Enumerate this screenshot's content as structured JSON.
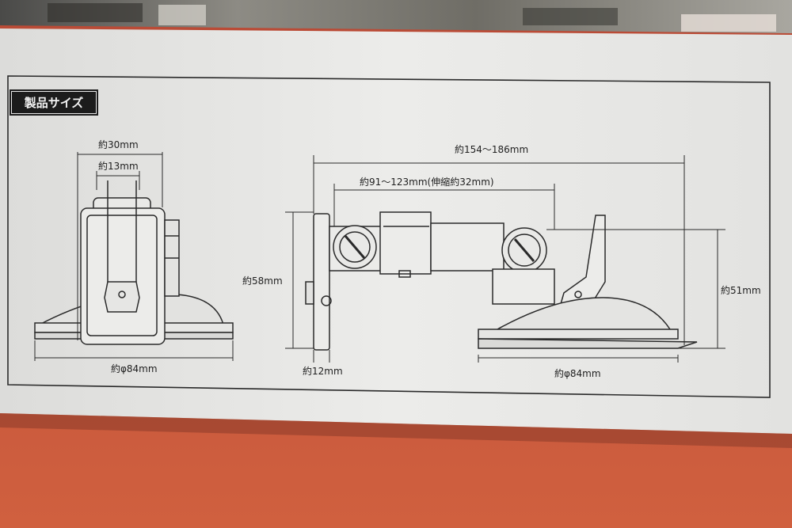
{
  "section_title": "製品サイズ",
  "dimensions": {
    "front_width": "約30mm",
    "front_inner_width": "約13mm",
    "front_base": "約φ84mm",
    "side_total_length": "約154～186mm",
    "side_arm_length": "約91～123mm(伸縮約32mm)",
    "side_height_left": "約58mm",
    "side_plate_thickness": "約12mm",
    "side_height_right": "約51mm",
    "side_base": "約φ84mm"
  },
  "colors": {
    "table_surface": "#c8553e",
    "box_panel": "#e8e8e6",
    "line_art": "#2a2a2a"
  }
}
